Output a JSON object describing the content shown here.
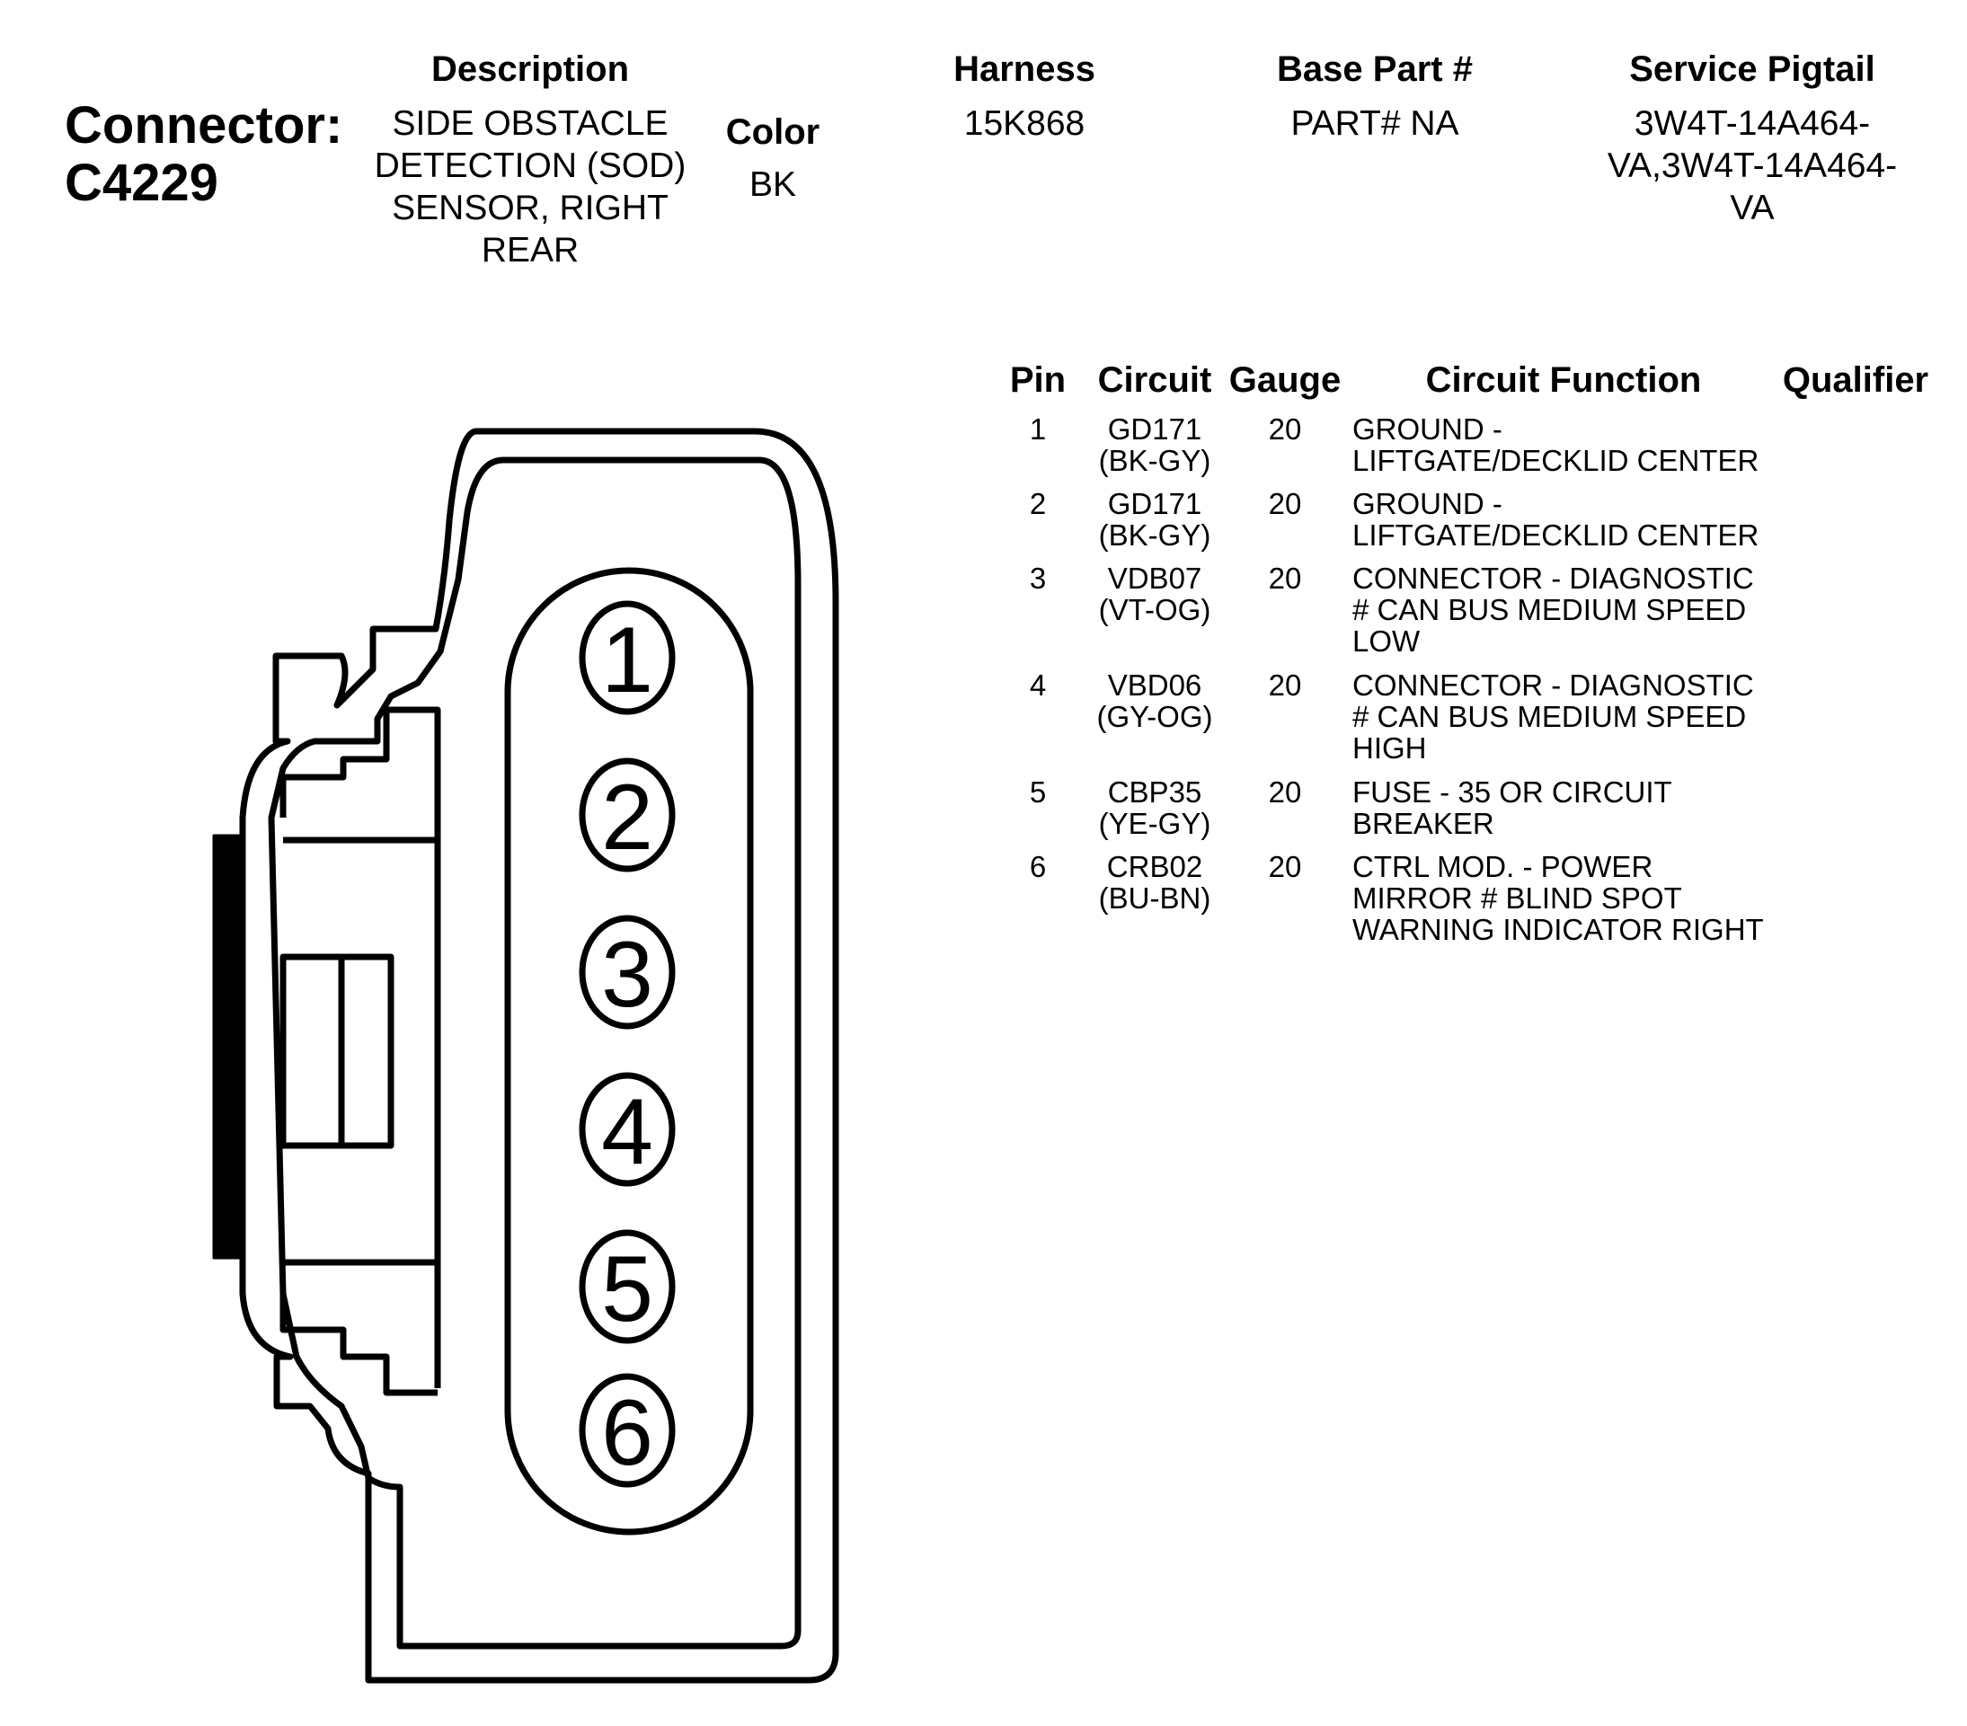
{
  "connector": {
    "label": "Connector:",
    "id": "C4229"
  },
  "description": {
    "header": "Description",
    "lines": [
      "SIDE OBSTACLE",
      "DETECTION (SOD)",
      "SENSOR, RIGHT",
      "REAR"
    ]
  },
  "color": {
    "header": "Color",
    "value": "BK"
  },
  "harness": {
    "header": "Harness",
    "value": "15K868"
  },
  "base_part": {
    "header": "Base Part #",
    "value": "PART# NA"
  },
  "service_pigtail": {
    "header": "Service Pigtail",
    "lines": [
      "3W4T-14A464-",
      "VA,3W4T-14A464-",
      "VA"
    ]
  },
  "pin_table": {
    "headers": {
      "pin": "Pin",
      "circuit": "Circuit",
      "gauge": "Gauge",
      "function": "Circuit Function",
      "qualifier": "Qualifier"
    },
    "rows": [
      {
        "pin": "1",
        "circuit": "GD171",
        "wire_color": "(BK-GY)",
        "gauge": "20",
        "function": [
          "GROUND -",
          "LIFTGATE/DECKLID CENTER"
        ]
      },
      {
        "pin": "2",
        "circuit": "GD171",
        "wire_color": "(BK-GY)",
        "gauge": "20",
        "function": [
          "GROUND -",
          "LIFTGATE/DECKLID CENTER"
        ]
      },
      {
        "pin": "3",
        "circuit": "VDB07",
        "wire_color": "(VT-OG)",
        "gauge": "20",
        "function": [
          "CONNECTOR - DIAGNOSTIC",
          "# CAN BUS MEDIUM SPEED",
          "LOW"
        ]
      },
      {
        "pin": "4",
        "circuit": "VBD06",
        "wire_color": "(GY-OG)",
        "gauge": "20",
        "function": [
          "CONNECTOR - DIAGNOSTIC",
          "# CAN BUS MEDIUM SPEED",
          "HIGH"
        ]
      },
      {
        "pin": "5",
        "circuit": "CBP35",
        "wire_color": "(YE-GY)",
        "gauge": "20",
        "function": [
          "FUSE - 35 OR CIRCUIT",
          "BREAKER"
        ]
      },
      {
        "pin": "6",
        "circuit": "CRB02",
        "wire_color": "(BU-BN)",
        "gauge": "20",
        "function": [
          "CTRL MOD. - POWER",
          "MIRROR # BLIND SPOT",
          "WARNING INDICATOR RIGHT"
        ]
      }
    ]
  },
  "diagram": {
    "pin_labels": [
      "1",
      "2",
      "3",
      "4",
      "5",
      "6"
    ]
  }
}
